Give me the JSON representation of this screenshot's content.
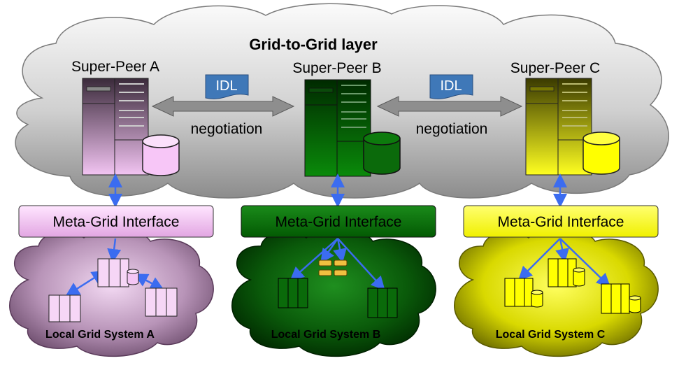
{
  "layer_title": "Grid-to-Grid layer",
  "peers": [
    {
      "label": "Super-Peer A",
      "color": "#f4c4f4",
      "dark": "#5a3a5a"
    },
    {
      "label": "Super-Peer B",
      "color": "#0a6a0a",
      "dark": "#003000"
    },
    {
      "label": "Super-Peer C",
      "color": "#ffff00",
      "dark": "#4a4a00"
    }
  ],
  "idl_labels": [
    "IDL",
    "IDL"
  ],
  "negotiation_labels": [
    "negotiation",
    "negotiation"
  ],
  "interfaces": [
    "Meta-Grid Interface",
    "Meta-Grid Interface",
    "Meta-Grid Interface"
  ],
  "local_systems": [
    "Local Grid System A",
    "Local Grid System B",
    "Local Grid System C"
  ],
  "colors": {
    "arrow_blue": "#3b6cf0",
    "idl_fill": "#3f78b8",
    "cloud_top": "#f4f4f4",
    "cloud_bottom": "#8a8a8a"
  }
}
